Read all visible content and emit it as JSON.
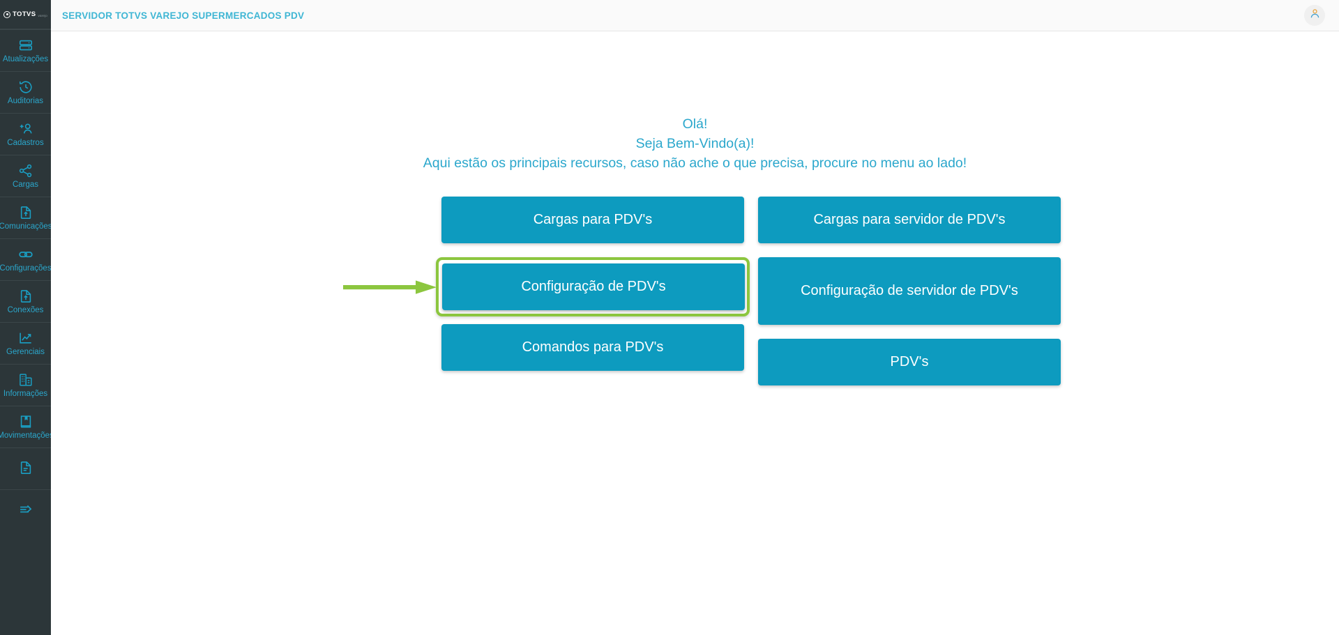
{
  "header": {
    "title": "SERVIDOR TOTVS VAREJO SUPERMERCADOS PDV",
    "avatar_icon": "user-avatar-icon"
  },
  "sidebar": {
    "logo": {
      "word": "TOTVS",
      "sub": "varejo",
      "mark_icon": "totvs-logo-icon"
    },
    "items": [
      {
        "label": "Atualizações",
        "icon": "server-update-icon"
      },
      {
        "label": "Auditorias",
        "icon": "history-clock-icon"
      },
      {
        "label": "Cadastros",
        "icon": "add-user-icon"
      },
      {
        "label": "Cargas",
        "icon": "share-nodes-icon"
      },
      {
        "label": "Comunicações",
        "icon": "file-upload-icon"
      },
      {
        "label": "Configurações",
        "icon": "link-chain-icon"
      },
      {
        "label": "Conexões",
        "icon": "file-upload-icon"
      },
      {
        "label": "Gerenciais",
        "icon": "chart-line-icon"
      },
      {
        "label": "Informações",
        "icon": "building-icon"
      },
      {
        "label": "Movimentações",
        "icon": "book-bookmark-icon"
      },
      {
        "label": "",
        "icon": "document-lines-icon"
      },
      {
        "label": "",
        "icon": "arrow-right-lines-icon"
      }
    ]
  },
  "main": {
    "welcome": {
      "line1": "Olá!",
      "line2": "Seja Bem-Vindo(a)!",
      "line3": "Aqui estão os principais recursos, caso não ache o que precisa, procure no menu ao lado!"
    },
    "buttons": {
      "cargas_pdv": "Cargas para PDV's",
      "cargas_servidor_pdv": "Cargas para servidor de PDV's",
      "config_pdv": "Configuração de PDV's",
      "config_servidor_pdv": "Configuração de servidor de PDV's",
      "comandos_pdv": "Comandos para PDV's",
      "pdvs": "PDV's"
    },
    "highlight": {
      "target": "config_pdv",
      "border_color": "#8cc63f",
      "arrow_color": "#8cc63f",
      "arrow_icon": "green-pointer-arrow-icon"
    }
  },
  "colors": {
    "sidebar_bg": "#2c3639",
    "topbar_bg": "#fafafa",
    "accent_cyan": "#0d9bbf",
    "link_cyan": "#2ba7cc",
    "title_cyan": "#3fb6d4",
    "highlight_green": "#8cc63f",
    "page_bg": "#ffffff"
  }
}
